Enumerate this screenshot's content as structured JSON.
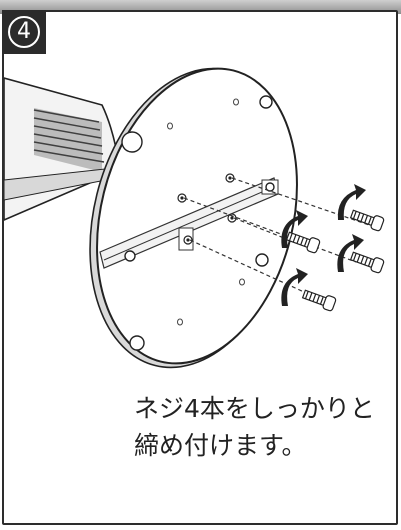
{
  "step": {
    "number": "4",
    "icon": "circled-number-icon"
  },
  "illustration": {
    "subject": "pole-base-plate-with-screws",
    "screw_count": 4,
    "icons": [
      "pole-icon",
      "base-plate-icon",
      "screw-icon",
      "rotation-arrow-icon"
    ]
  },
  "instruction": {
    "line1": "ネジ4本をしっかりと",
    "line2": "締め付けます。"
  },
  "colors": {
    "badge": "#2b2b2b",
    "line": "#222222",
    "shade": "#bdbdbd"
  }
}
